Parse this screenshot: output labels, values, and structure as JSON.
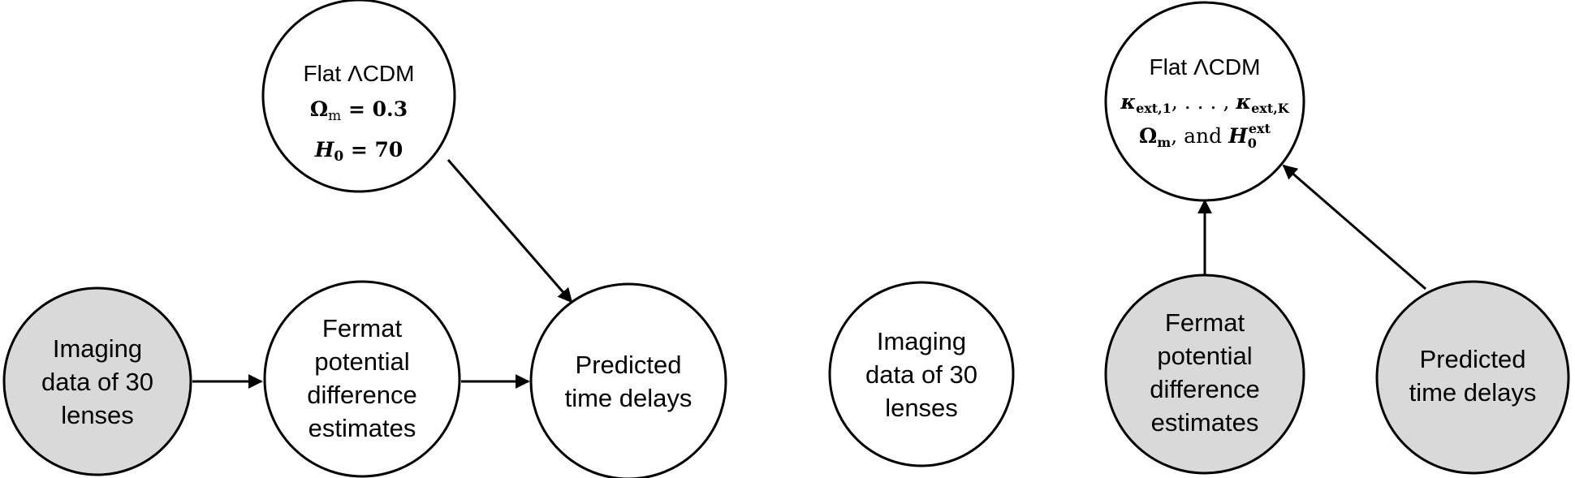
{
  "colors": {
    "observed_fill": "#d9d9d9",
    "latent_fill": "#ffffff",
    "stroke": "#000000"
  },
  "left": {
    "cosmo": {
      "title": "Flat ΛCDM",
      "omega": "Ωm = 0.3",
      "h0": "H0 = 70"
    },
    "imaging": {
      "lines": [
        "Imaging",
        "data of 30",
        "lenses"
      ]
    },
    "fermat": {
      "lines": [
        "Fermat",
        "potential",
        "difference",
        "estimates"
      ]
    },
    "delays": {
      "lines": [
        "Predicted",
        "time delays"
      ]
    }
  },
  "right": {
    "cosmo": {
      "title": "Flat ΛCDM",
      "kappa": "κext,1, . . . , κext,K",
      "params": "Ωm, and H0ext"
    },
    "imaging": {
      "lines": [
        "Imaging",
        "data of 30",
        "lenses"
      ]
    },
    "fermat": {
      "lines": [
        "Fermat",
        "potential",
        "difference",
        "estimates"
      ]
    },
    "delays": {
      "lines": [
        "Predicted",
        "time delays"
      ]
    }
  }
}
